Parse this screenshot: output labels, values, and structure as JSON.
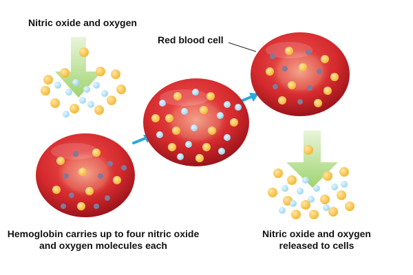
{
  "labels": {
    "top_input": "Nitric oxide and oxygen",
    "cell": "Red blood cell",
    "carry_line1": "Hemoglobin carries up to four nitric oxide",
    "carry_line2": "and oxygen molecules each",
    "release_line1": "Nitric oxide and oxygen",
    "release_line2": "released to cells"
  },
  "colors": {
    "cell_light": "#f0504e",
    "cell_mid": "#d42a2d",
    "cell_dark": "#8e0f17",
    "cell_center": "#f3aa92",
    "flow_arrow": "#2aa8e0",
    "green_arrow_top": "#9fd36f",
    "green_arrow_bottom": "#e8f5d8",
    "oxygen_particle": "#f6b934",
    "nitric_oxide_particle": "#9fd7f0",
    "hemoglobin_dot": "#7f7a9c",
    "text": "#111111"
  },
  "icons": [
    "red-blood-cell-icon",
    "green-arrow-down-icon",
    "blue-arrow-icon",
    "molecule-dot-icon"
  ]
}
